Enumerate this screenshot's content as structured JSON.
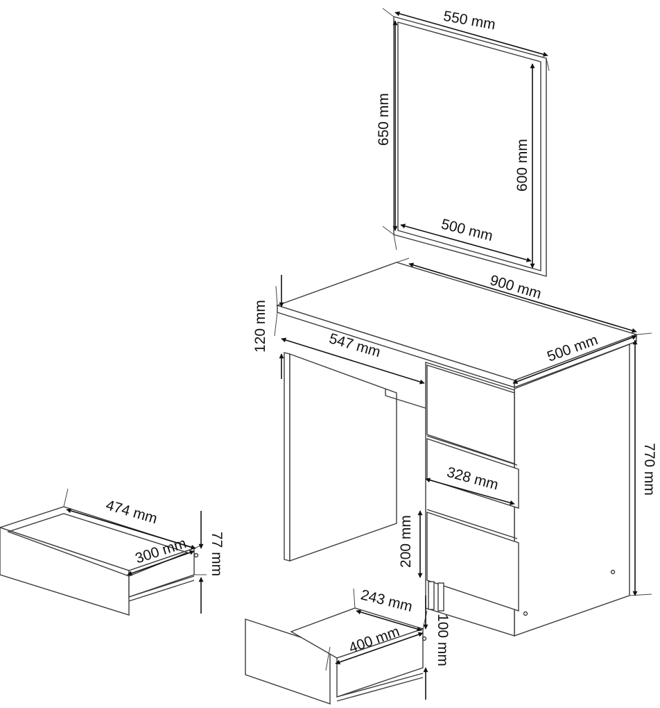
{
  "dimensions": {
    "mirror_outer_width": "550 mm",
    "mirror_outer_height": "650 mm",
    "mirror_inner_height": "600 mm",
    "mirror_inner_width": "500 mm",
    "desk_width": "900 mm",
    "desk_depth": "500 mm",
    "desk_height": "770 mm",
    "top_thickness": "120 mm",
    "knee_width": "547 mm",
    "drawer_front_width": "328 mm",
    "drawer_front_height": "200 mm",
    "drawer_left_width": "474 mm",
    "drawer_left_depth": "300 mm",
    "drawer_left_height": "77 mm",
    "drawer_bottom_width": "243 mm",
    "drawer_bottom_depth": "400 mm",
    "drawer_bottom_height": "100 mm"
  },
  "colors": {
    "line": "#3a3a3a",
    "text": "#111111",
    "background": "#ffffff"
  }
}
